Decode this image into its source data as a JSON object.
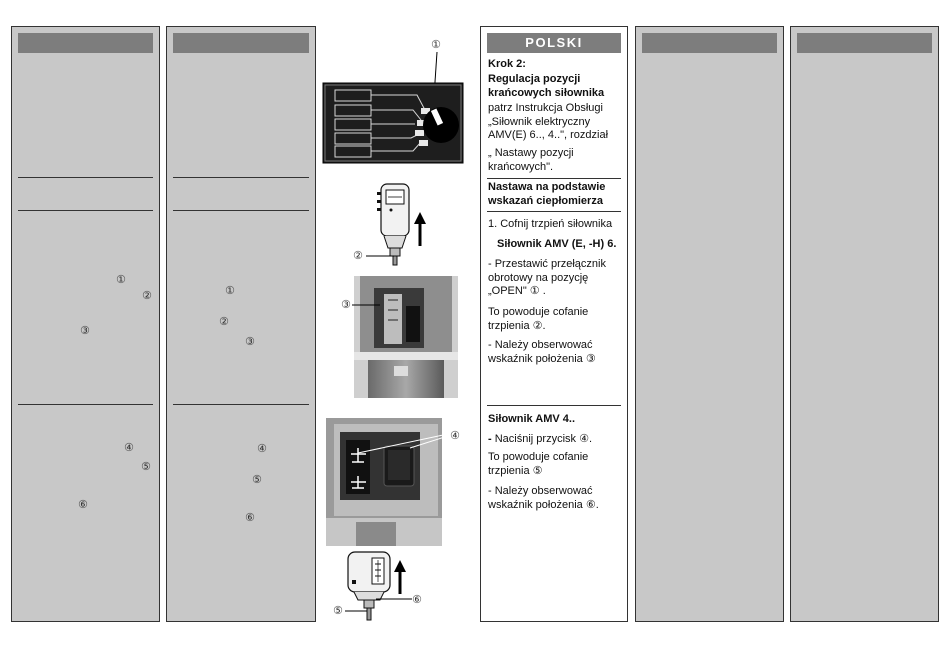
{
  "polish": {
    "header": "POLSKI",
    "step_title": "Krok 2:",
    "section1_title": "Regulacja pozycji krańcowych siłownika",
    "section1_body": "patrz Instrukcja Obsługi „Siłownik elektryczny AMV(E) 6.., 4..\", rozdział",
    "section1_body2": "„ Nastawy pozycji krańcowych\".",
    "section2_title": "Nastawa na podstawie wskazań ciepłomierza",
    "step1": "1. Cofnij trzpień siłownika",
    "actuator1": "Siłownik AMV (E, -H) 6.",
    "a1_item1": "- Przestawić przełącznik obrotowy na pozycję „OPEN\" ① .",
    "a1_item2": "To powoduje cofanie trzpienia ②.",
    "a1_item3": "- Należy obserwować wskaźnik położenia ③",
    "actuator2": "Siłownik AMV 4..",
    "a2_item1_dash": "- ",
    "a2_item1": "Naciśnij przycisk ④.",
    "a2_item2": "To powoduje cofanie trzpienia ⑤",
    "a2_item3": "- Należy obserwować wskaźnik położenia ⑥."
  },
  "callouts": {
    "c1": "①",
    "c2": "②",
    "c3": "③",
    "c4": "④",
    "c5": "⑤",
    "c6": "⑥"
  }
}
